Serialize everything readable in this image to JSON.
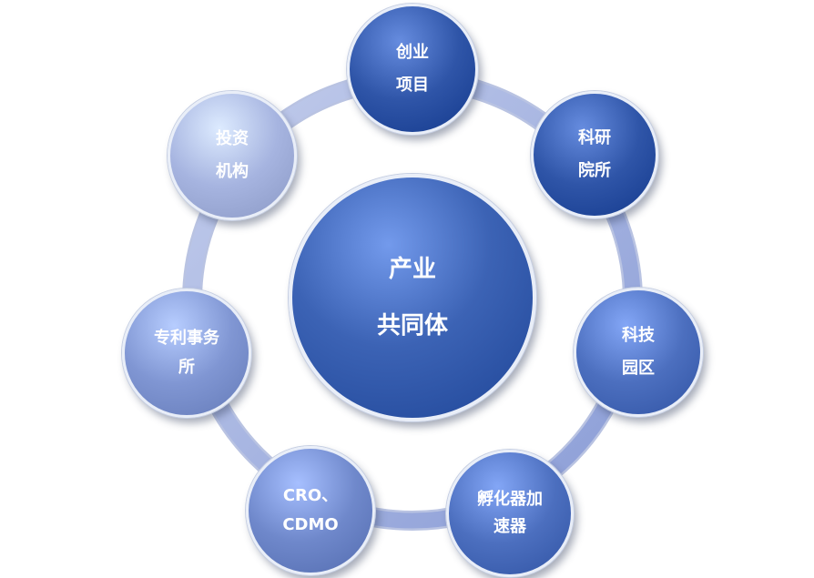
{
  "diagram": {
    "center": {
      "line1": "产业",
      "line2": "共同体"
    },
    "nodes": [
      {
        "key": "startup",
        "line1": "创业",
        "line2": "项目",
        "color": "#2f55a8"
      },
      {
        "key": "research",
        "line1": "科研",
        "line2": "院所",
        "color": "#2f55a8"
      },
      {
        "key": "park",
        "line1": "科技",
        "line2": "园区",
        "color": "#4c6fbf"
      },
      {
        "key": "incubator",
        "line1": "孵化器加",
        "line2": "速器",
        "color": "#4c6fbf"
      },
      {
        "key": "cro",
        "line1": "CRO、",
        "line2": "CDMO",
        "color": "#6f88cb"
      },
      {
        "key": "patent",
        "line1": "专利事务",
        "line2": "所",
        "color": "#8096d3"
      },
      {
        "key": "investor",
        "line1": "投资",
        "line2": "机构",
        "color": "#a6b4e0"
      }
    ],
    "colors": {
      "ring": "#8a9cd6",
      "ring_light": "#c3cdec",
      "center": "#3c63b5"
    }
  }
}
